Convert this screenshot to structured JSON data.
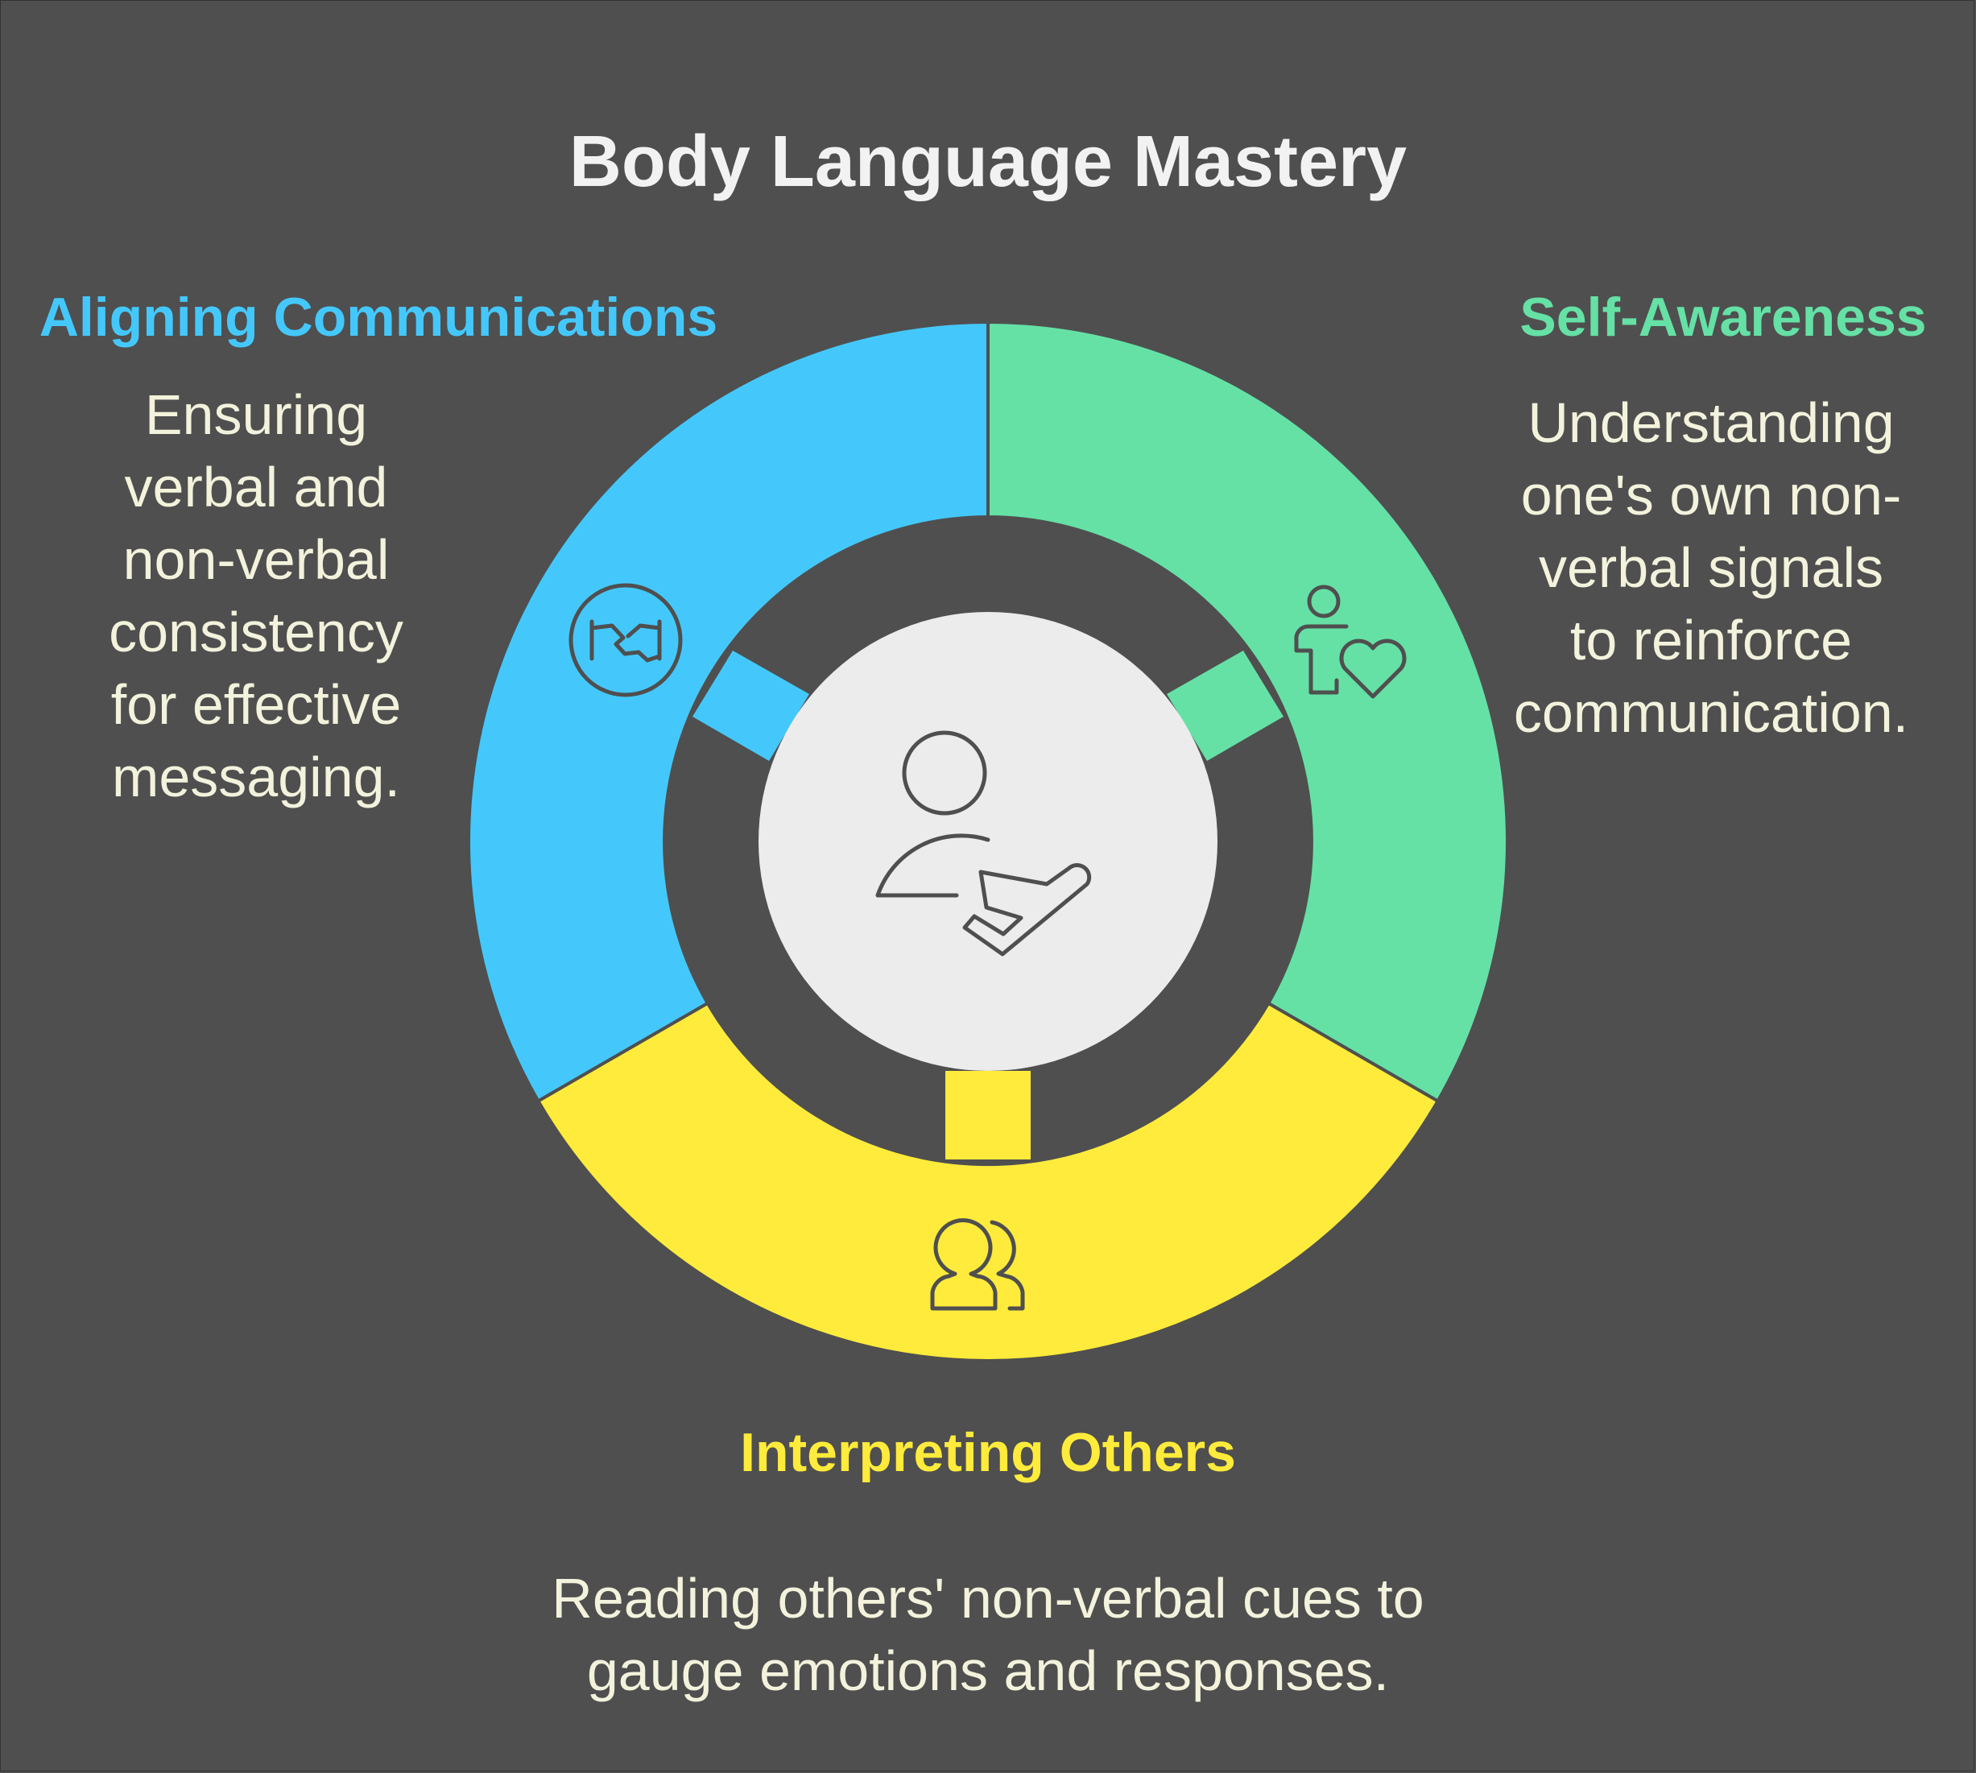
{
  "title": "Body Language Mastery",
  "colors": {
    "background": "#4f4f4f",
    "blue": "#44c8fb",
    "green": "#65e1a6",
    "yellow": "#ffeb3b",
    "center": "#ececec",
    "description_text": "#f3f2dc"
  },
  "center": {
    "icon": "person-hand-icon"
  },
  "segments": [
    {
      "heading": "Aligning Communications",
      "description": "Ensuring\nverbal and\nnon-verbal\nconsistency\nfor effective\nmessaging.",
      "icon": "handshake-icon",
      "color": "#44c8fb"
    },
    {
      "heading": "Self-Awareness",
      "description": "Understanding\none's own non-\nverbal signals\nto reinforce\ncommunication.",
      "icon": "person-heart-icon",
      "color": "#65e1a6"
    },
    {
      "heading": "Interpreting Others",
      "description": "Reading others' non-verbal cues to\ngauge emotions and responses.",
      "icon": "users-icon",
      "color": "#ffeb3b"
    }
  ]
}
